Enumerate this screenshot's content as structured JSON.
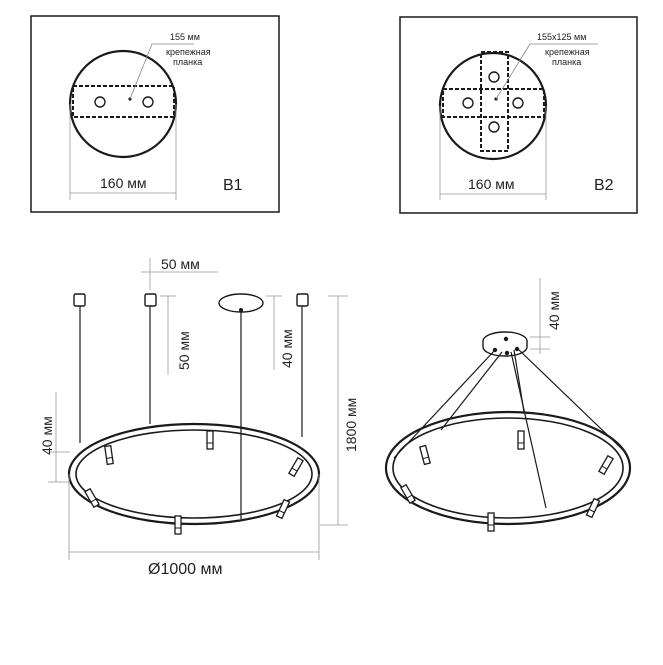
{
  "panel_b1": {
    "width_label": "155 мм",
    "plate_label_line1": "крепежная",
    "plate_label_line2": "планка",
    "diameter_label": "160 мм",
    "variant_label": "B1"
  },
  "panel_b2": {
    "width_label": "155x125 мм",
    "plate_label_line1": "крепежная",
    "plate_label_line2": "планка",
    "diameter_label": "160 мм",
    "variant_label": "B2"
  },
  "front_view": {
    "cable_spacing_label": "50 мм",
    "drop_left_label": "50 мм",
    "drop_center_label": "40 мм",
    "ring_height_label": "40 мм",
    "total_height_label": "1800 мм",
    "diameter_label": "Ø1000 мм"
  },
  "perspective_view": {
    "canopy_height_label": "40 мм"
  },
  "colors": {
    "line": "#1a1a1a",
    "dimension": "#8a8a8a",
    "ring_fill": "#ffffff"
  }
}
